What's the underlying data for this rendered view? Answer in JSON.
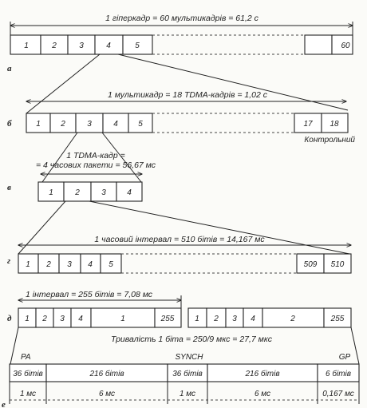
{
  "row_a": {
    "side_label": "а",
    "title": "1 гіперкадр = 60 мультикадрів = 61,2 с",
    "cells": [
      "1",
      "2",
      "3",
      "4",
      "5",
      "60"
    ]
  },
  "row_b": {
    "side_label": "б",
    "title": "1 мультикадр = 18 TDMA-кадрів = 1,02 с",
    "cells": [
      "1",
      "2",
      "3",
      "4",
      "5",
      "17",
      "18"
    ],
    "control_note": "Контрольний"
  },
  "row_c": {
    "side_label": "в",
    "title_line1": "1 TDMA-кадр =",
    "title_line2": "= 4 часових пакети = 56,67 мс",
    "cells": [
      "1",
      "2",
      "3",
      "4"
    ]
  },
  "row_d": {
    "side_label": "г",
    "title": "1 часовий інтервал = 510 бітів = 14,167 мс",
    "cells": [
      "1",
      "2",
      "3",
      "4",
      "5",
      "509",
      "510"
    ]
  },
  "row_e": {
    "side_label": "д",
    "title": "1 інтервал = 255 бітів = 7,08 мс",
    "left_cells": [
      "1",
      "2",
      "3",
      "4",
      "1",
      "255"
    ],
    "right_cells": [
      "1",
      "2",
      "3",
      "4",
      "2",
      "255"
    ]
  },
  "row_f": {
    "side_label": "е",
    "title": "Тривалість 1 біта = 250/9 мкс = 27,7 мкс",
    "labels": {
      "pa": "PA",
      "synch": "SYNCH",
      "gp": "GP"
    },
    "bits": [
      "36 бітів",
      "216 бітів",
      "36 бітів",
      "216 бітів",
      "6 бітів"
    ],
    "durations": [
      "1 мс",
      "6 мс",
      "1 мс",
      "6 мс",
      "0,167 мс"
    ]
  }
}
